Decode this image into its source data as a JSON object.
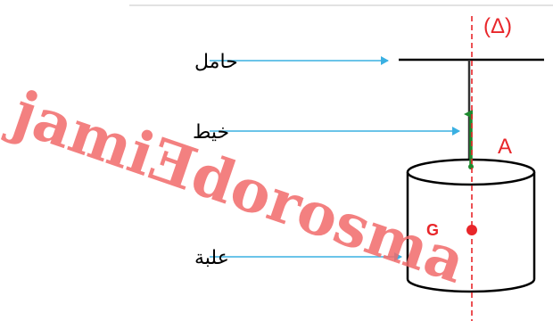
{
  "labels": {
    "support": "حامل",
    "thread": "خيط",
    "can": "علبة",
    "axis": "(Δ)",
    "point_a": "A",
    "point_g": "G"
  },
  "watermark": "jamiƎdorosma",
  "colors": {
    "arrow": "#3ab0e2",
    "axis": "#e8262a",
    "vector": "#1e8a2e",
    "point": "#e8262a",
    "watermark": "#f26b6b"
  }
}
